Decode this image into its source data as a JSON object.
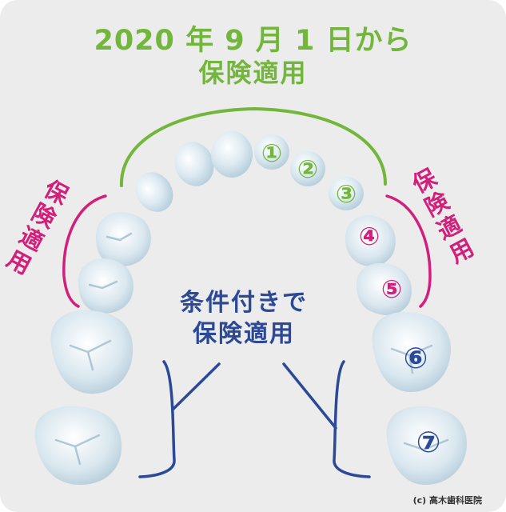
{
  "title": {
    "line1": "2020 年 9 月 1 日から",
    "line2": "保険適用"
  },
  "side_label": "保険適用",
  "conditional_label": {
    "line1": "条件付きで",
    "line2": "保険適用"
  },
  "tooth_numbers": [
    "①",
    "②",
    "③",
    "④",
    "⑤",
    "⑥",
    "⑦"
  ],
  "copyright": "(c) 高木歯科医院",
  "colors": {
    "green": "#72b63b",
    "pink": "#d21f7b",
    "navy": "#2b4996",
    "background": "#ececec",
    "tooth": "#dbe9f1"
  },
  "icons": [
    "tooth-icon",
    "bracket-icon"
  ]
}
